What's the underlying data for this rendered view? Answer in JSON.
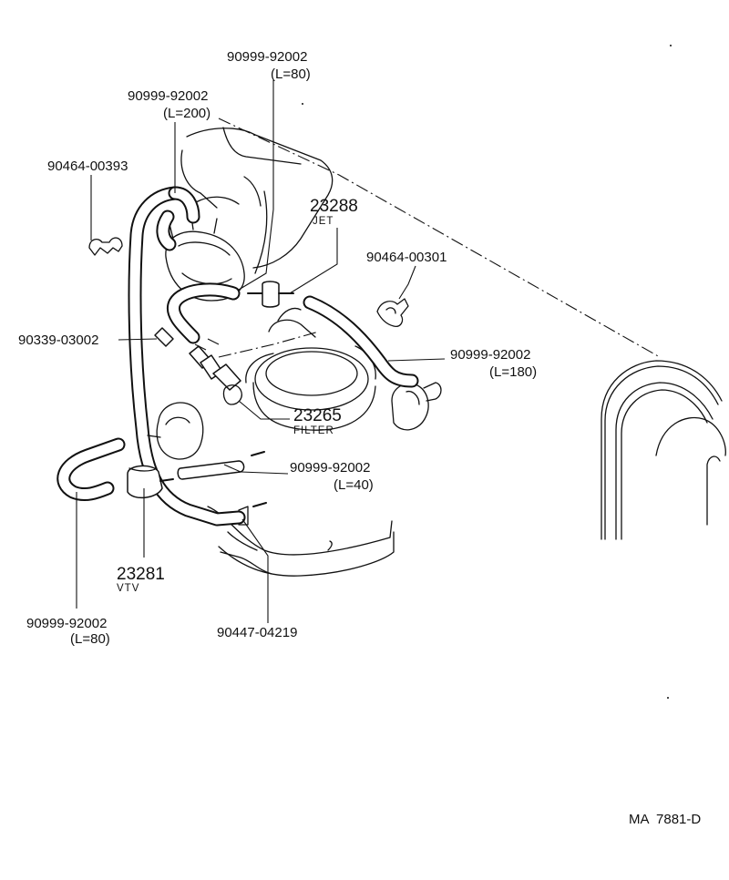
{
  "parts": {
    "hose_l80_top": {
      "part_no": "90999-92002",
      "spec": "(L=80)"
    },
    "hose_l200": {
      "part_no": "90999-92002",
      "spec": "(L=200)"
    },
    "clamp_00393": {
      "part_no": "90464-00393"
    },
    "jet": {
      "part_no": "23288",
      "name": "JET"
    },
    "clamp_00301": {
      "part_no": "90464-00301"
    },
    "plug_03002": {
      "part_no": "90339-03002"
    },
    "hose_l180": {
      "part_no": "90999-92002",
      "spec": "(L=180)"
    },
    "filter": {
      "part_no": "23265",
      "name": "FILTER"
    },
    "hose_l40": {
      "part_no": "90999-92002",
      "spec": "(L=40)"
    },
    "vtv": {
      "part_no": "23281",
      "name": "VTV"
    },
    "hose_l80_bottom": {
      "part_no": "90999-92002",
      "spec": "(L=80)"
    },
    "clip_04219": {
      "part_no": "90447-04219"
    }
  },
  "drawing_ref": "MA  7881-D",
  "icons": [
    "distributor-icon",
    "air-cleaner-icon",
    "vacuum-valve-icon",
    "vtv-icon",
    "jet-icon",
    "filter-icon",
    "belt-pulley-icon"
  ]
}
